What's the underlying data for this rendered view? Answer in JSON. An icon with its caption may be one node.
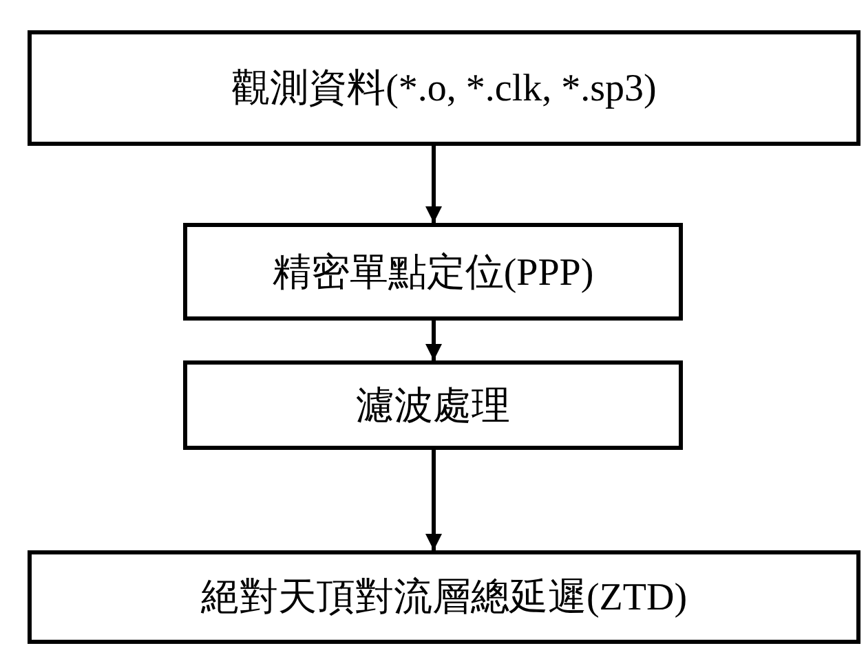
{
  "diagram": {
    "nodes": [
      {
        "text": [
          "觀測資料(*.o, *.clk, *.sp3)"
        ]
      },
      {
        "text": [
          "精密單點定位(PPP)"
        ]
      },
      {
        "text": [
          "濾波處理"
        ]
      },
      {
        "text": [
          "絕對天頂對流層總延遲(ZTD)"
        ]
      }
    ],
    "edges": [
      {
        "from": 0,
        "to": 1,
        "arrow": "to"
      },
      {
        "from": 1,
        "to": 2,
        "arrow": "to"
      },
      {
        "from": 2,
        "to": 3,
        "arrow": "to"
      }
    ]
  }
}
